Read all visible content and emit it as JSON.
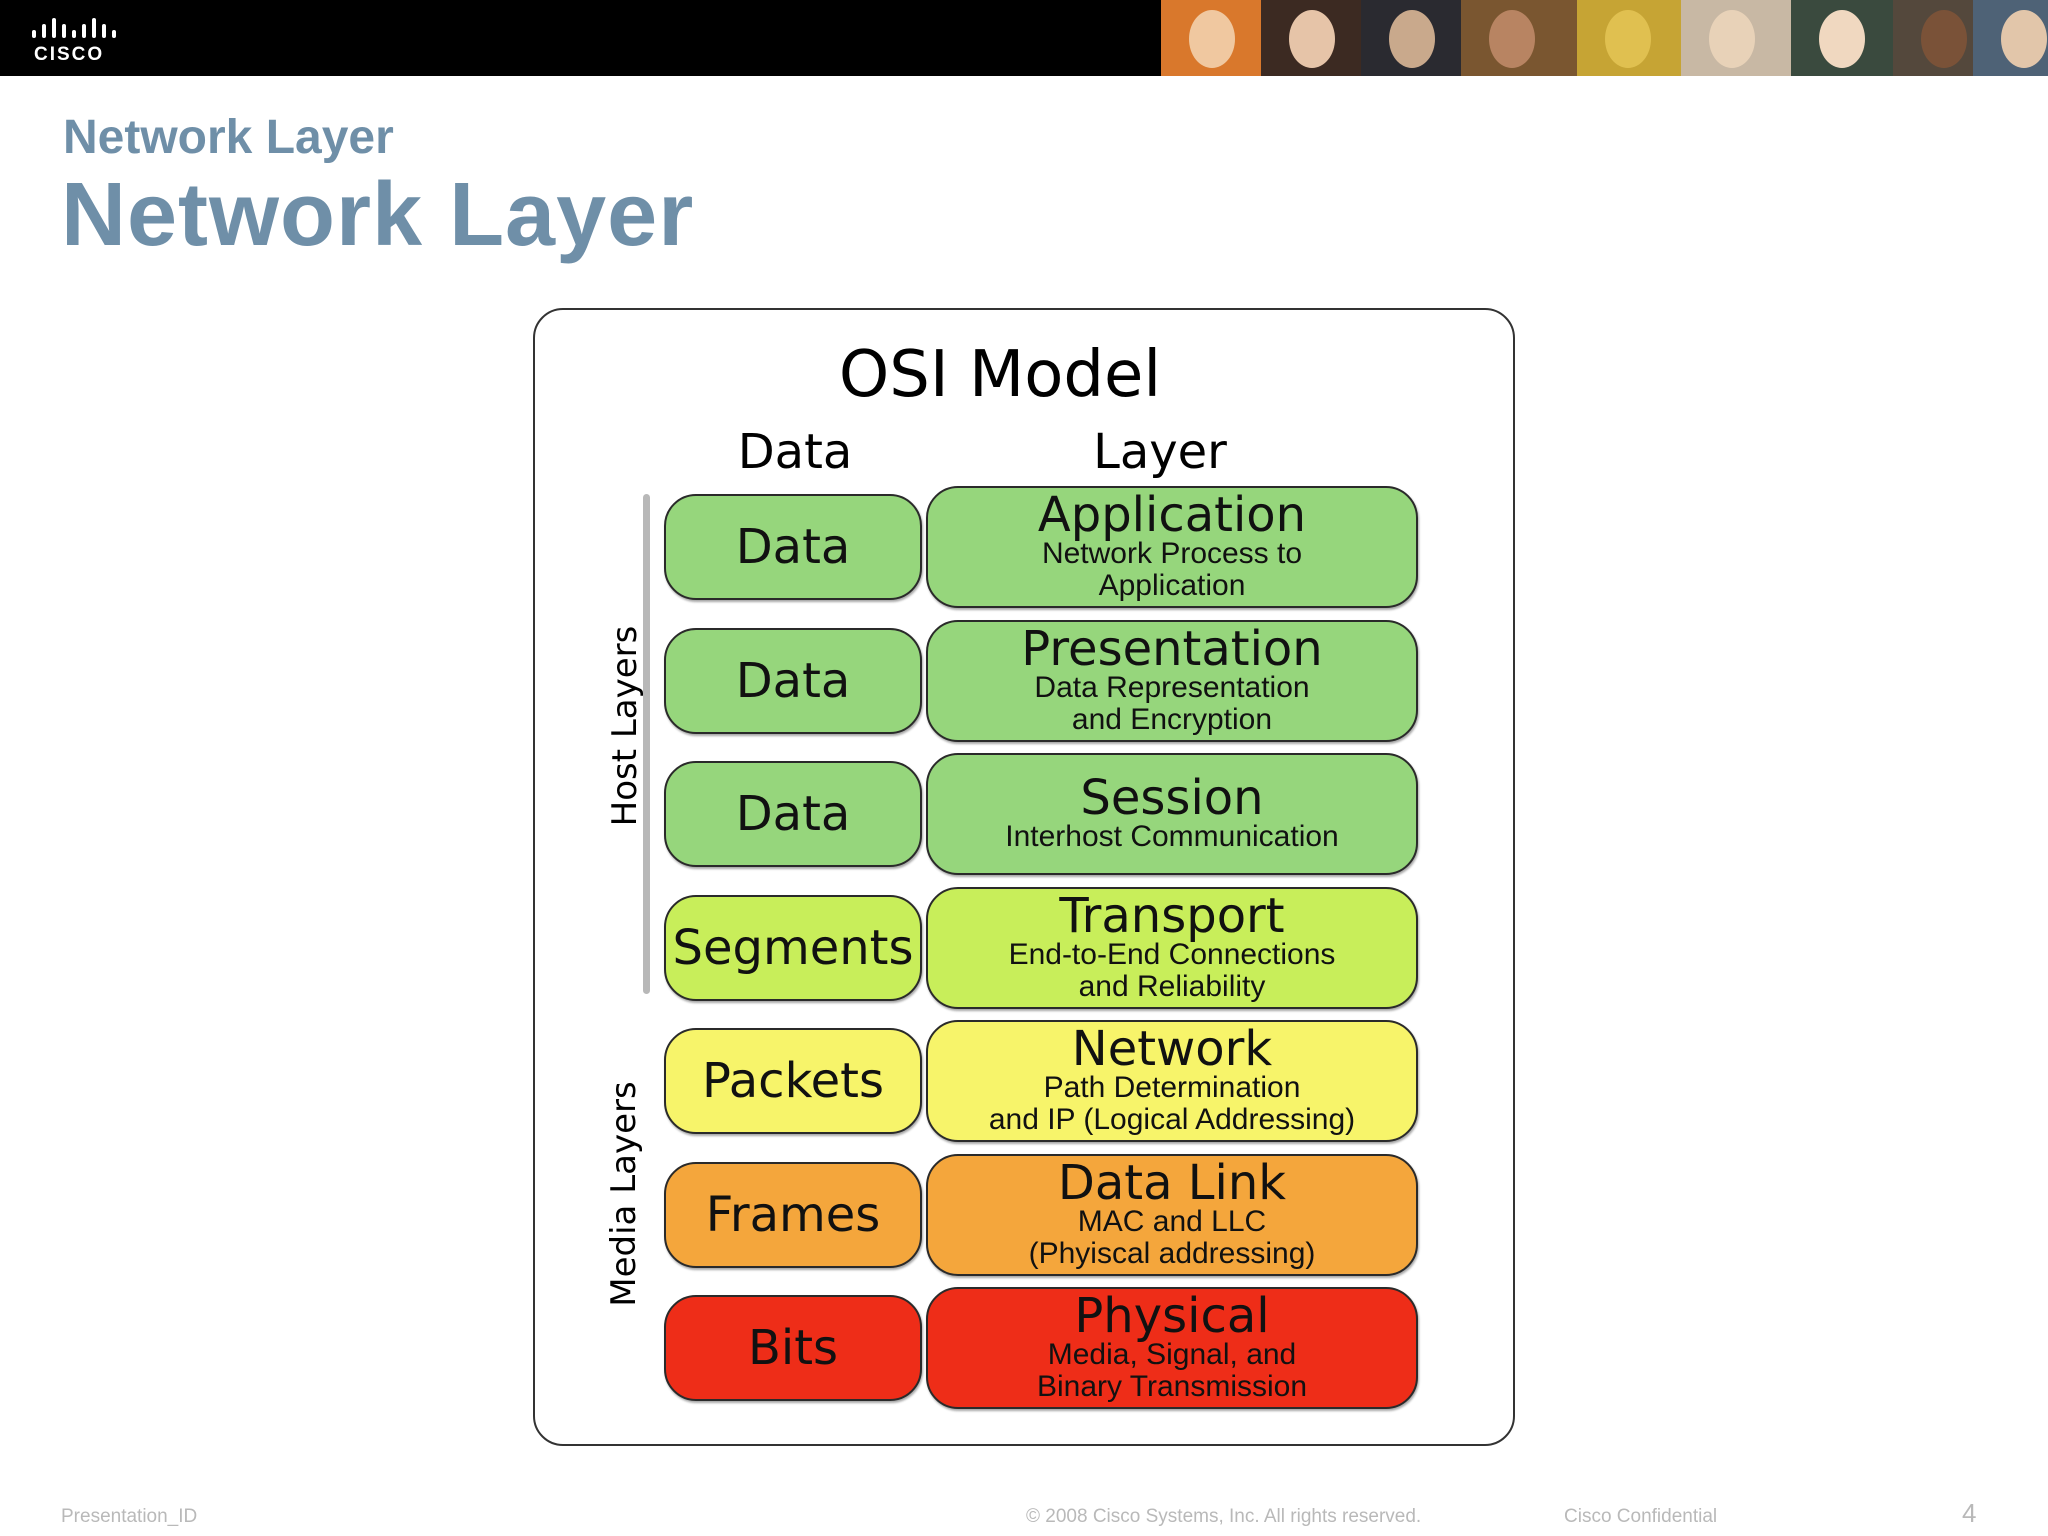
{
  "header": {
    "logo_text": "CISCO",
    "photos": [
      {
        "name": "photo-abstract-orange",
        "bg": "#d9782c",
        "face": "#f0c8a0"
      },
      {
        "name": "photo-woman",
        "bg": "#3c2a22",
        "face": "#e6c4a8"
      },
      {
        "name": "photo-man-suit",
        "bg": "#2a2a30",
        "face": "#c9a98c"
      },
      {
        "name": "photo-man-smiling",
        "bg": "#7a5630",
        "face": "#b88462"
      },
      {
        "name": "photo-art-yellow",
        "bg": "#c6a434",
        "face": "#e0c050"
      },
      {
        "name": "photo-woman-headscarf",
        "bg": "#c8b8a4",
        "face": "#e8d2b8"
      },
      {
        "name": "photo-chalkboard",
        "bg": "#3a4a3e",
        "face": "#f0d8c0"
      },
      {
        "name": "photo-man-dark",
        "bg": "#54483c",
        "face": "#7a5238"
      },
      {
        "name": "photo-man-cap",
        "bg": "#4e6276",
        "face": "#e2c6aa"
      }
    ]
  },
  "slide": {
    "subtitle": "Network Layer",
    "title": "Network Layer"
  },
  "diagram": {
    "title": "OSI Model",
    "data_header": "Data",
    "layer_header": "Layer",
    "host_label": "Host Layers",
    "media_label": "Media Layers",
    "rows": [
      {
        "data": "Data",
        "name": "Application",
        "desc1": "Network Process to",
        "desc2": "Application",
        "color": "#96d67c"
      },
      {
        "data": "Data",
        "name": "Presentation",
        "desc1": "Data Representation",
        "desc2": "and Encryption",
        "color": "#96d67c"
      },
      {
        "data": "Data",
        "name": "Session",
        "desc1": "Interhost Communication",
        "desc2": "",
        "color": "#96d67c"
      },
      {
        "data": "Segments",
        "name": "Transport",
        "desc1": "End-to-End Connections",
        "desc2": "and Reliability",
        "color": "#c8ee5a"
      },
      {
        "data": "Packets",
        "name": "Network",
        "desc1": "Path Determination",
        "desc2": "and IP (Logical Addressing)",
        "color": "#f7f46a"
      },
      {
        "data": "Frames",
        "name": "Data Link",
        "desc1": "MAC and LLC",
        "desc2": "(Phyiscal addressing)",
        "color": "#f4a63c"
      },
      {
        "data": "Bits",
        "name": "Physical",
        "desc1": "Media, Signal, and",
        "desc2": "Binary Transmission",
        "color": "#ee2d18"
      }
    ]
  },
  "footer": {
    "presentation_id": "Presentation_ID",
    "copyright": "© 2008 Cisco Systems, Inc. All rights reserved.",
    "confidential": "Cisco Confidential",
    "page_number": "4"
  }
}
